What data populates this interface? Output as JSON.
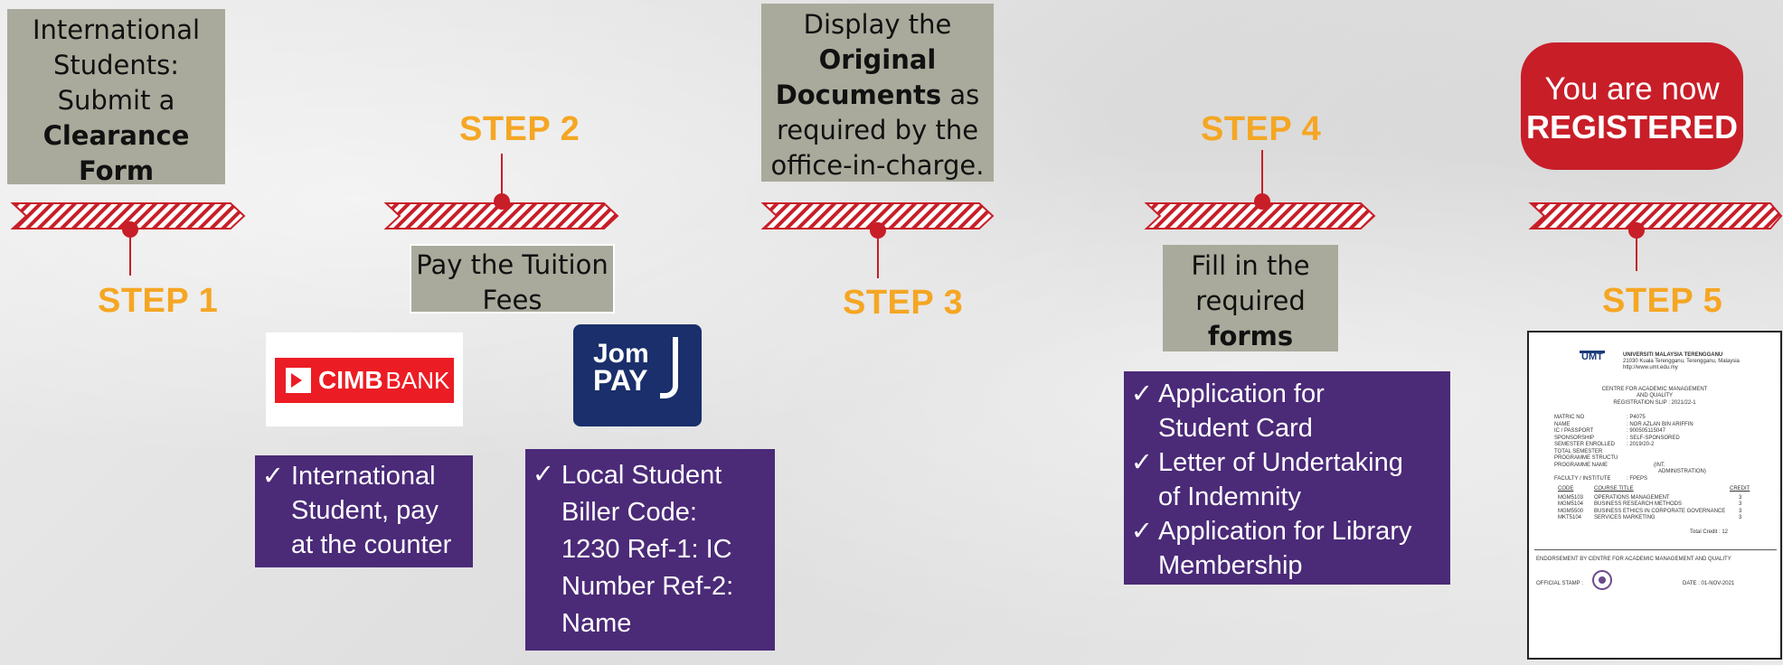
{
  "steps": [
    {
      "label": "STEP 1"
    },
    {
      "label": "STEP 2"
    },
    {
      "label": "STEP 3"
    },
    {
      "label": "STEP 4"
    },
    {
      "label": "STEP 5"
    }
  ],
  "step1": {
    "line1": "International",
    "line2": "Students:",
    "line3": "Submit a",
    "bold1": "Clearance",
    "bold2": "Form"
  },
  "step2": {
    "line1": "Pay the Tuition",
    "line2": "Fees"
  },
  "step3": {
    "line1": "Display the",
    "bold1": "Original",
    "bold2": "Documents",
    "after": " as",
    "line4": "required by the",
    "line5": "office-in-charge."
  },
  "step4": {
    "line1": "Fill in the",
    "line2": "required",
    "bold1": "forms"
  },
  "step5": {
    "line1": "You are now",
    "bold1": "REGISTERED"
  },
  "cimb": {
    "brand": "CIMB",
    "suffix": "BANK"
  },
  "jompay": {
    "line1": "Jom",
    "line2": "PAY"
  },
  "intl_box": {
    "check": "✓",
    "lines": [
      "International",
      "Student, pay",
      "at the counter"
    ]
  },
  "local_box": {
    "check": "✓",
    "lines": [
      "Local Student",
      "Biller Code:",
      "1230 Ref-1: IC",
      "Number Ref-2:",
      "Name"
    ]
  },
  "forms_box": {
    "items": [
      {
        "check": "✓",
        "lines": [
          "Application for",
          "Student Card"
        ]
      },
      {
        "check": "✓",
        "lines": [
          "Letter of  Undertaking",
          "of Indemnity"
        ]
      },
      {
        "check": "✓",
        "lines": [
          "Application for Library",
          "Membership"
        ]
      }
    ]
  },
  "slip": {
    "logo": "UMT",
    "uni": "UNIVERSITI MALAYSIA TERENGGANU",
    "addr1": "21030 Kuala Terengganu, Terengganu, Malaysia",
    "addr2": "http://www.umt.edu.my",
    "centre1": "CENTRE FOR ACADEMIC MANAGEMENT",
    "centre2": "AND QUALITY",
    "slip_title": "REGISTRATION SLIP : 2021/22-1",
    "fields": [
      [
        "MATRIC NO",
        ": P4075"
      ],
      [
        "NAME",
        ": NOR AZLAN BIN ARIFFIN"
      ],
      [
        "IC / PASSPORT",
        ": 900505115047"
      ],
      [
        "SPONSORSHIP",
        ": SELF-SPONSORED"
      ],
      [
        "SEMESTER ENROLLED",
        ": 2019/20-2"
      ],
      [
        "TOTAL SEMESTER",
        ""
      ],
      [
        "PROGRAMME STRUCTU",
        ""
      ],
      [
        "PROGRAMME NAME",
        "(INT."
      ],
      [
        "",
        "ADMINISTRATION)"
      ],
      [
        "FACULTY / INSTITUTE",
        ": FPEPS"
      ]
    ],
    "course_headers": [
      "CODE",
      "COURSE TITLE",
      "CREDIT"
    ],
    "courses": [
      [
        "MGM5103",
        "OPERATIONS MANAGEMENT",
        "3"
      ],
      [
        "MGM5104",
        "BUSINESS RESEARCH METHODS",
        "3"
      ],
      [
        "MGM5500",
        "BUSINESS ETHICS IN CORPORATE GOVERNANCE",
        "3"
      ],
      [
        "MKT5104",
        "SERVICES MARKETING",
        "3"
      ]
    ],
    "total": "Total Credit :   12",
    "endorse": "ENDORSEMENT BY CENTRE FOR ACADEMIC MANAGEMENT AND QUALITY",
    "stamp": "OFFICIAL STAMP :",
    "date": "DATE : 01-NOV-2021"
  },
  "colors": {
    "step": "#f5a623",
    "arrow": "#c81e28",
    "gray": "#a9aa9b",
    "purple": "#4b2a78"
  }
}
